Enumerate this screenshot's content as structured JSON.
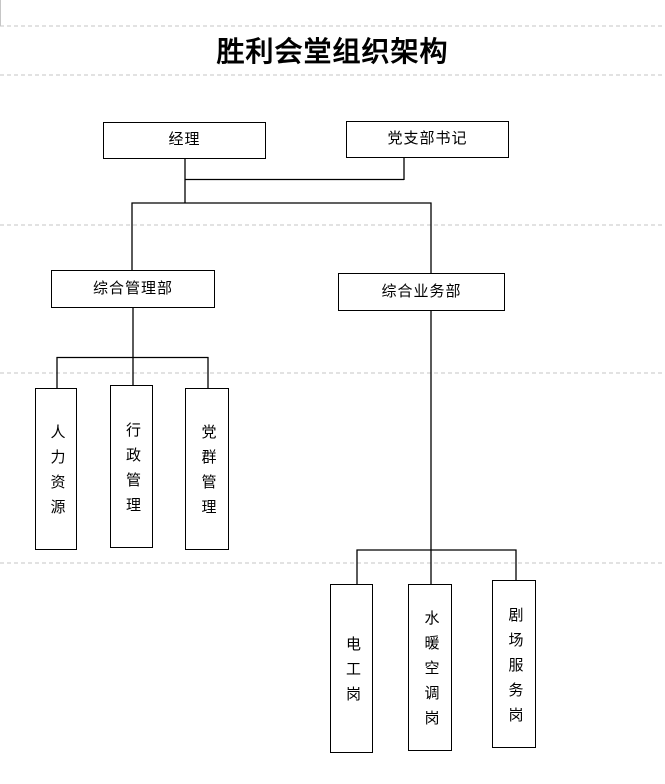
{
  "document": {
    "title": "胜利会堂组织架构"
  },
  "colors": {
    "connector_line": "#000000",
    "grid_line": "#c6c6c6",
    "node_border": "#000000",
    "node_fill": "#ffffff",
    "text": "#000000"
  },
  "nodes": {
    "manager": {
      "label": "经理"
    },
    "secretary": {
      "label": "党支部书记"
    },
    "dept_management": {
      "label": "综合管理部"
    },
    "dept_business": {
      "label": "综合业务部"
    },
    "hr": {
      "label": "人力资源"
    },
    "admin": {
      "label": "行政管理"
    },
    "party_group": {
      "label": "党群管理"
    },
    "electrician": {
      "label": "电工岗"
    },
    "hvac": {
      "label": "水暖空调岗"
    },
    "theater_service": {
      "label": "剧场服务岗"
    }
  },
  "hierarchy": [
    {
      "parents": [
        "经理",
        "党支部书记"
      ],
      "children": [
        "综合管理部",
        "综合业务部"
      ]
    },
    {
      "parent": "综合管理部",
      "children": [
        "人力资源",
        "行政管理",
        "党群管理"
      ]
    },
    {
      "parent": "综合业务部",
      "children": [
        "电工岗",
        "水暖空调岗",
        "剧场服务岗"
      ]
    }
  ]
}
